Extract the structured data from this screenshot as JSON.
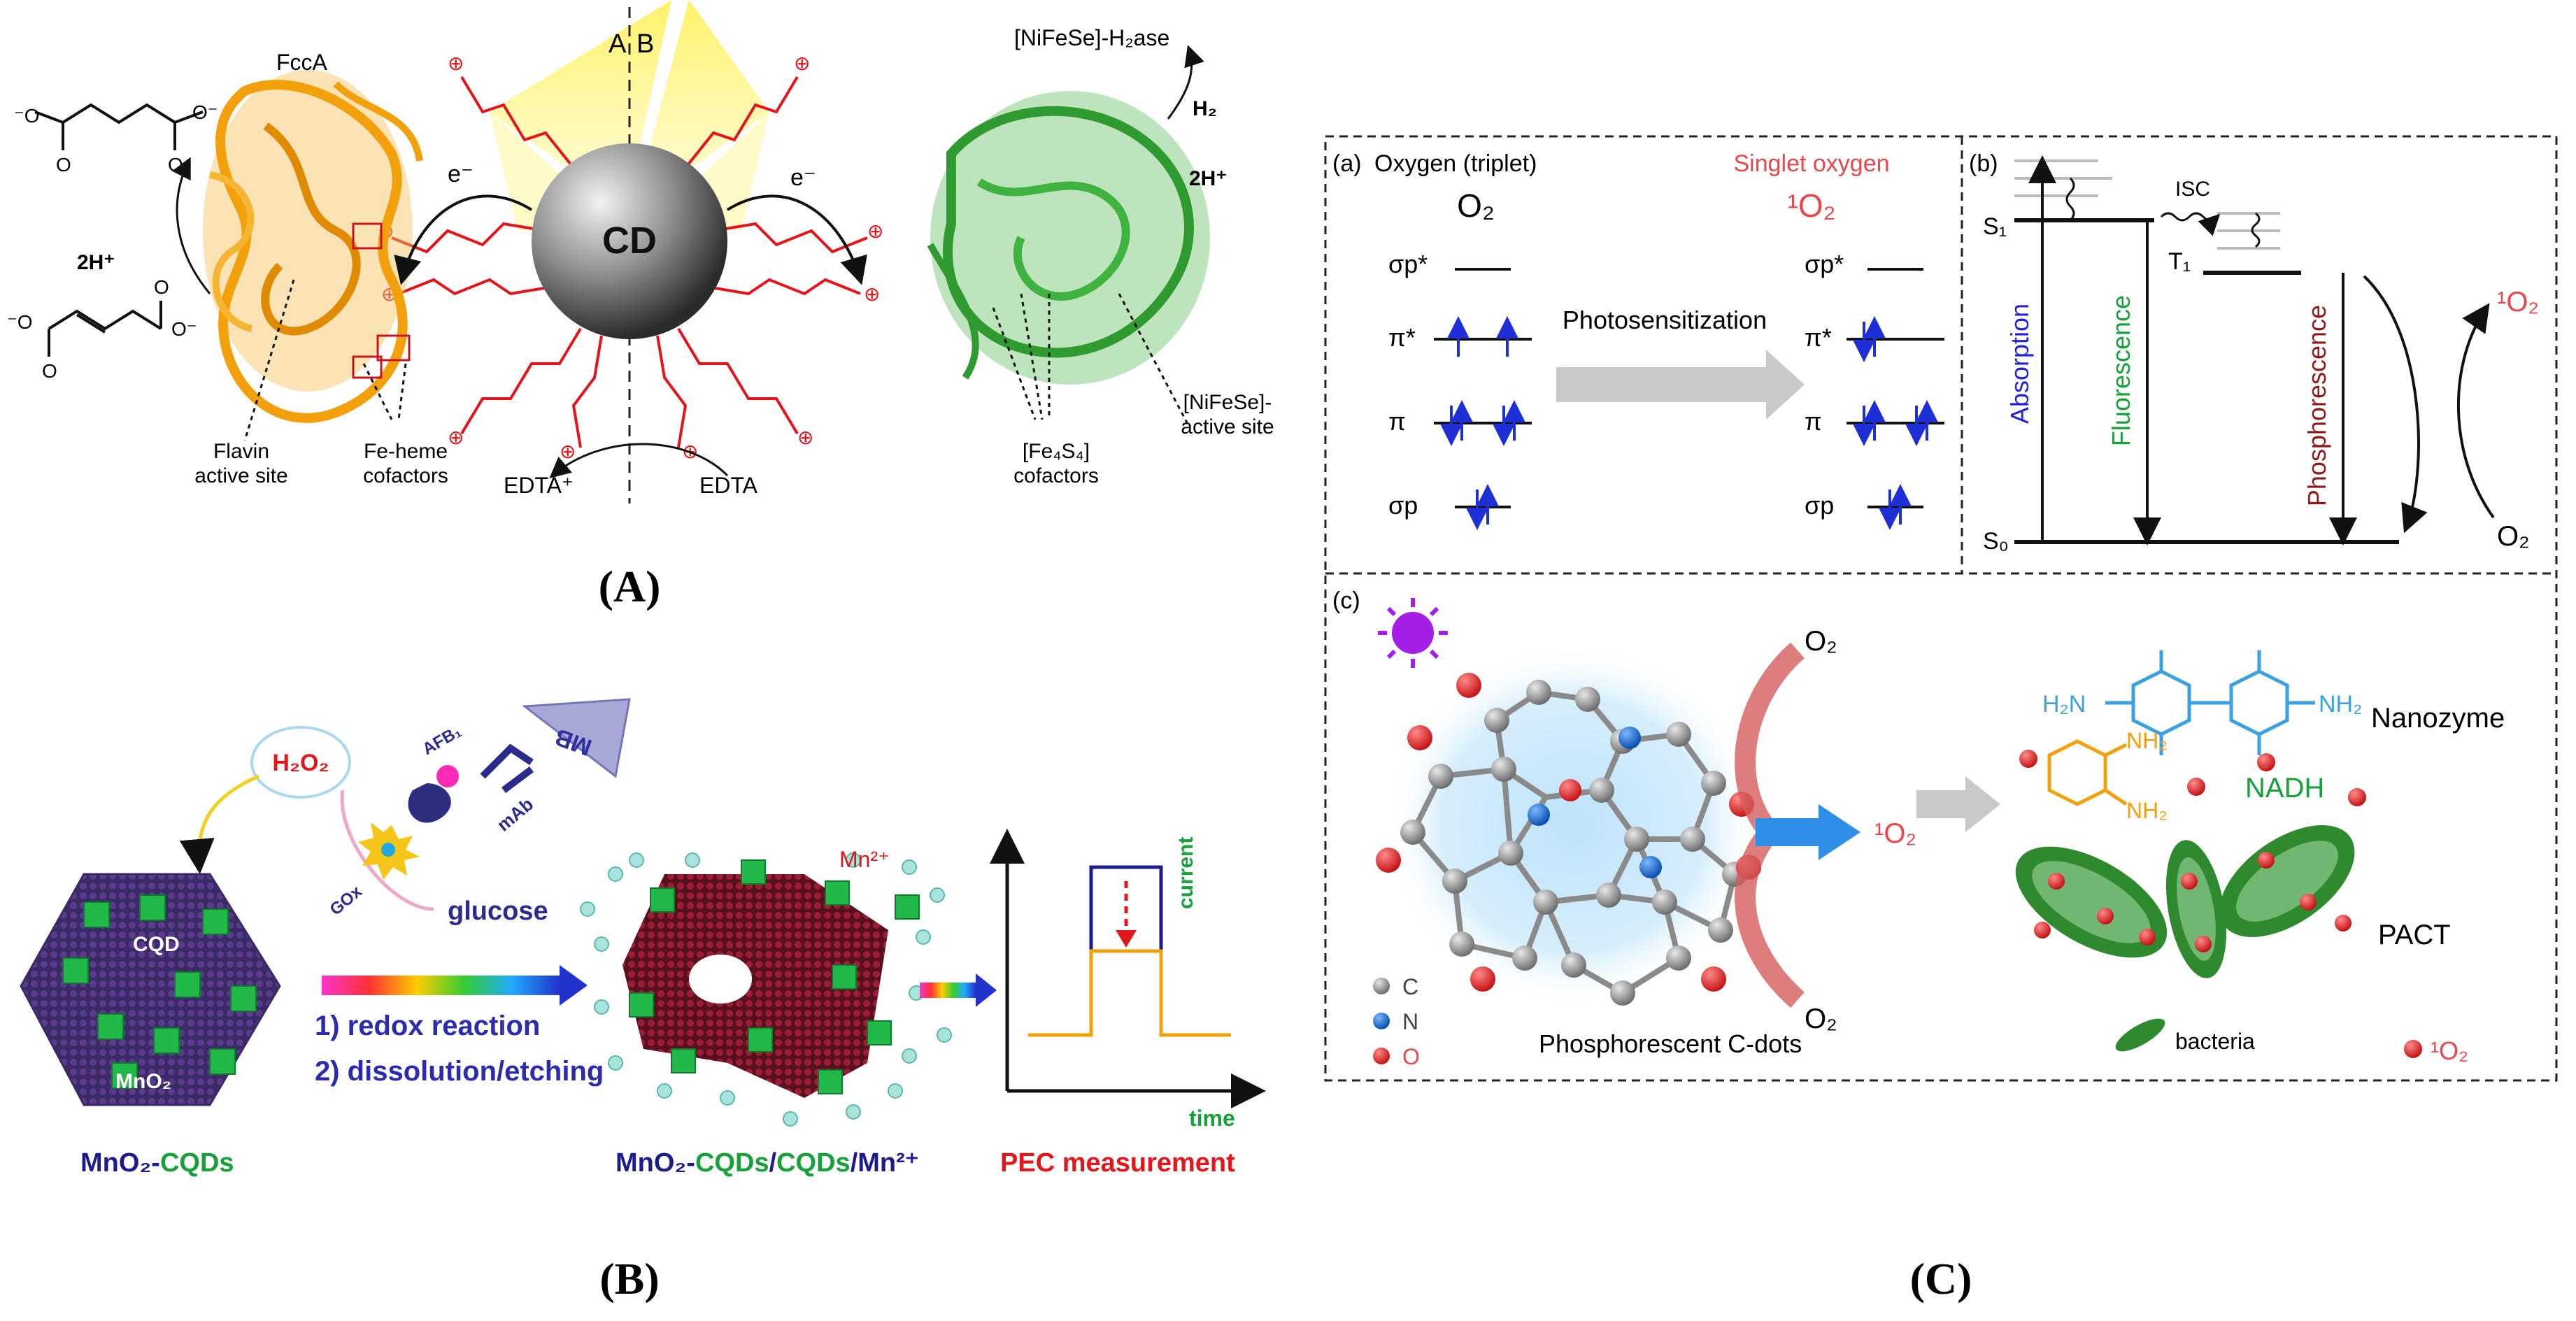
{
  "panelA": {
    "caption": "(A)",
    "enzyme_left": "FccA",
    "enzyme_right": "[NiFeSe]-H₂ase",
    "h2": "H₂",
    "two_h_plus_right": "2H⁺",
    "two_h_plus_left": "2H⁺",
    "core": "CD",
    "label_a": "A",
    "label_b": "B",
    "electron_left": "e⁻",
    "electron_right": "e⁻",
    "flavin_line1": "Flavin",
    "flavin_line2": "active site",
    "feheme_line1": "Fe-heme",
    "feheme_line2": "cofactors",
    "edta_plus": "EDTA⁺",
    "edta": "EDTA",
    "fes_line1": "[Fe₄S₄]",
    "fes_line2": "cofactors",
    "nifese_line1": "[NiFeSe]-",
    "nifese_line2": "active site"
  },
  "panelB": {
    "caption": "(B)",
    "h2o2": "H₂O₂",
    "afb": "AFB₁",
    "mb": "MB",
    "mab": "mAb",
    "gox": "GOx",
    "glucose": "glucose",
    "cqd": "CQD",
    "mno2": "MnO₂",
    "mn2plus": "Mn²⁺",
    "step1": "1) redox reaction",
    "step2": "2) dissolution/etching",
    "label_left": [
      "MnO₂-",
      "CQDs"
    ],
    "label_mid": [
      "MnO₂-",
      "CQDs",
      "/",
      "CQDs",
      "/Mn²⁺"
    ],
    "label_right": "PEC measurement",
    "axis_y": "current",
    "axis_x": "time"
  },
  "panelC": {
    "caption": "(C)",
    "sub_a": {
      "tag": "(a)",
      "left_title": "Oxygen (triplet)",
      "left_formula": "O₂",
      "right_title": "Singlet oxygen",
      "right_formula": "¹O₂",
      "orbitals": [
        "σp*",
        "π*",
        "π",
        "σp"
      ],
      "arrow_label": "Photosensitization"
    },
    "sub_b": {
      "tag": "(b)",
      "s1": "S₁",
      "s0": "S₀",
      "t1": "T₁",
      "isc": "ISC",
      "absorption": "Absorption",
      "fluorescence": "Fluorescence",
      "phosphorescence": "Phosphorescence",
      "singlet": "¹O₂",
      "oxygen": "O₂"
    },
    "sub_c": {
      "tag": "(c)",
      "o2_top": "O₂",
      "o2_bottom": "O₂",
      "singlet": "¹O₂",
      "legend_c": "C",
      "legend_n": "N",
      "legend_o": "O",
      "caption": "Phosphorescent C-dots",
      "nh2_left": "H₂N",
      "nh2_right": "NH₂",
      "opd_nh2_a": "NH₂",
      "opd_nh2_b": "NH₂",
      "nanozyme": "Nanozyme",
      "nadh": "NADH",
      "pact": "PACT",
      "bacteria": "bacteria",
      "legend_singlet": "¹O₂"
    },
    "colors": {
      "singlet_red": "#e8474b",
      "blue_label": "#2323d6",
      "green_label": "#15a03c",
      "maroon_label": "#8b1a1a",
      "nanozyme_blue": "#3aa0e0",
      "opd_orange": "#f2a00f"
    }
  },
  "colors": {
    "red_chain": "#e4141b",
    "fcca_orange": "#f2a10c",
    "hydrogenase_green": "#2f9a2f",
    "cd_grey": "#8a8a8a",
    "navy": "#1c1c8c",
    "green_text": "#18a03a",
    "pec_red": "#e2171b"
  }
}
